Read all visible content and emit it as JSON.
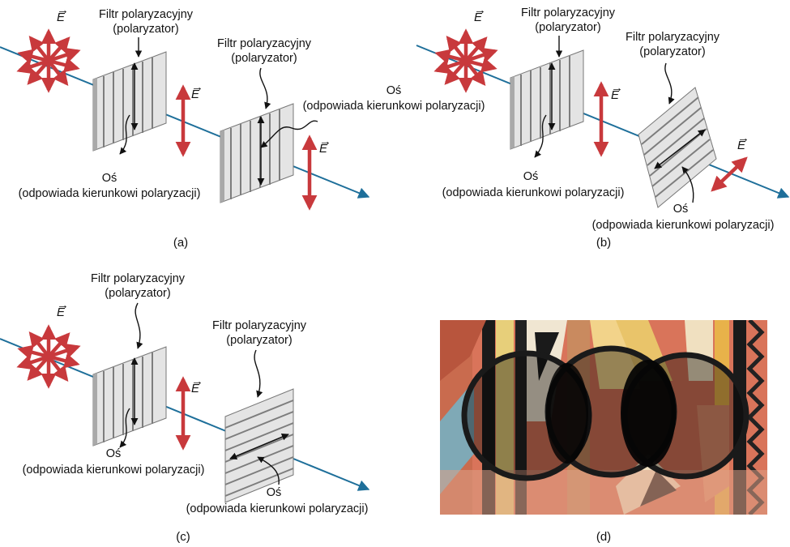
{
  "panels": {
    "a": {
      "caption": "(a)",
      "filter1_label": [
        "Filtr polaryzacyjny",
        "(polaryzator)"
      ],
      "filter2_label": [
        "Filtr polaryzacyjny",
        "(polaryzator)"
      ],
      "axis1_label": [
        "Oś",
        "(odpowiada kierunkowi polaryzacji)"
      ],
      "axis2_label": [
        "Oś",
        "(odpowiada kierunkowi polaryzacji)"
      ],
      "e_label": "E"
    },
    "b": {
      "caption": "(b)",
      "filter1_label": [
        "Filtr polaryzacyjny",
        "(polaryzator)"
      ],
      "filter2_label": [
        "Filtr polaryzacyjny",
        "(polaryzator)"
      ],
      "axis1_label": [
        "Oś",
        "(odpowiada kierunkowi polaryzacji)"
      ],
      "axis2_label": [
        "Oś",
        "(odpowiada kierunkowi polaryzacji)"
      ],
      "e_label": "E"
    },
    "c": {
      "caption": "(c)",
      "filter1_label": [
        "Filtr polaryzacyjny",
        "(polaryzator)"
      ],
      "filter2_label": [
        "Filtr polaryzacyjny",
        "(polaryzator)"
      ],
      "axis1_label": [
        "Oś",
        "(odpowiada kierunkowi polaryzacji)"
      ],
      "axis2_label": [
        "Oś",
        "(odpowiada kierunkowi polaryzacji)"
      ],
      "e_label": "E"
    },
    "d": {
      "caption": "(d)"
    }
  },
  "colors": {
    "beam": "#1e6f9a",
    "e_arrow": "#c8393c",
    "filter_face": "#e4e4e4",
    "filter_stripe": "#7d7d7d",
    "photo_bg": "#d9745a"
  }
}
